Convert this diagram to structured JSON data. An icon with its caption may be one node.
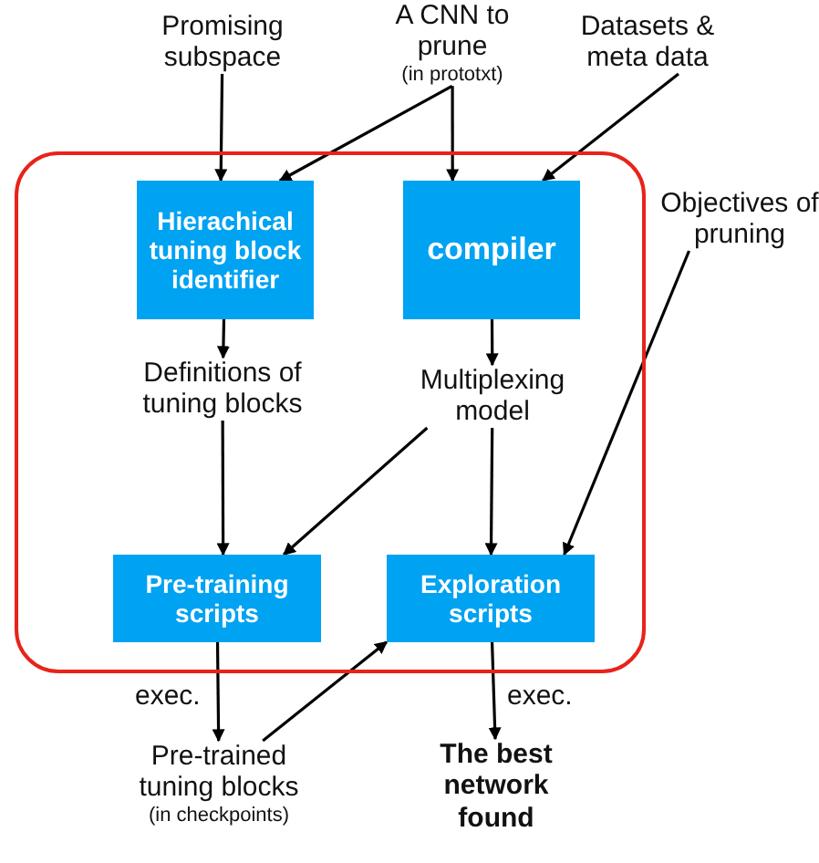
{
  "diagram": {
    "nodes": [
      {
        "text": [
          "Promising subspace"
        ]
      },
      {
        "text": [
          "A CNN to prune",
          "(in prototxt)"
        ]
      },
      {
        "text": [
          "Datasets & meta data"
        ]
      },
      {
        "text": [],
        "shape": "box"
      },
      {
        "text": [
          "Objectives of pruning"
        ]
      },
      {
        "text": [
          "Hierachical tuning block identifier"
        ],
        "in": 3
      },
      {
        "text": [
          "compiler"
        ],
        "in": 3
      },
      {
        "text": [
          "Definitions of tuning blocks"
        ],
        "in": 3
      },
      {
        "text": [
          "Multiplexing model"
        ],
        "in": 3
      },
      {
        "text": [
          "Pre-training scripts"
        ],
        "in": 3
      },
      {
        "text": [
          "Exploration scripts"
        ],
        "in": 3
      },
      {
        "text": [
          "Pre-trained tuning blocks",
          "(in checkpoints)"
        ]
      },
      {
        "text": [
          "The best network found"
        ]
      }
    ],
    "edges": [
      {
        "from": 0,
        "to": 5,
        "arrow": "to"
      },
      {
        "from": 1,
        "to": 5,
        "arrow": "to"
      },
      {
        "from": 1,
        "to": 6,
        "arrow": "to"
      },
      {
        "from": 2,
        "to": 6,
        "arrow": "to"
      },
      {
        "from": 5,
        "to": 7,
        "arrow": "to"
      },
      {
        "from": 6,
        "to": 8,
        "arrow": "to"
      },
      {
        "from": 7,
        "to": 9,
        "arrow": "to"
      },
      {
        "from": 8,
        "to": 9,
        "arrow": "to"
      },
      {
        "from": 8,
        "to": 10,
        "arrow": "to"
      },
      {
        "from": 4,
        "to": 10,
        "arrow": "to"
      },
      {
        "from": 9,
        "to": 11,
        "arrow": "to",
        "label": "exec."
      },
      {
        "from": 11,
        "to": 10,
        "arrow": "to"
      },
      {
        "from": 10,
        "to": 12,
        "arrow": "to",
        "label": "exec."
      }
    ]
  }
}
